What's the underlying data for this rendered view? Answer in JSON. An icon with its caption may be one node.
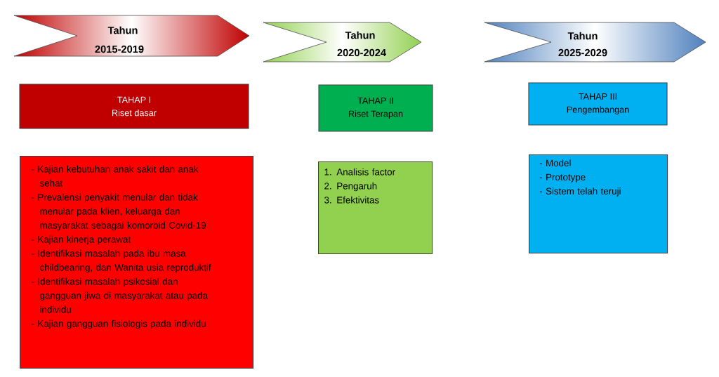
{
  "diagram": {
    "nodes": [
      {
        "text": [
          "Tahun",
          "2015-2019"
        ]
      },
      {
        "text": [
          "Tahun",
          "2020-2024"
        ]
      },
      {
        "text": [
          "Tahun",
          "2025-2029"
        ]
      },
      {
        "text": [
          "TAHAP I",
          "Riset dasar"
        ]
      },
      {
        "text": [
          "TAHAP II",
          "Riset Terapan"
        ]
      },
      {
        "text": [
          "TAHAP  III",
          "Pengembangan"
        ]
      },
      {
        "text": [
          "- Kajian kebutuhan anak sakit dan anak sehat",
          "- Prevalensi penyakit menular dan tidak menular pada klien, keluarga dan masyarakat sebagai komorbid Covid-19",
          "- Kajian kinerja perawat",
          "- Identifikasi masalah pada ibu masa childbearing, dan Wanita usia reproduktif",
          "- Identifikasi masalah psikosial dan gangguan jiwa di masyarakat atau pada individu",
          "- Kajian gangguan fisiologis pada individu"
        ]
      },
      {
        "text": [
          "1. Analisis factor",
          "2. Pengaruh",
          "3. Efektivitas"
        ]
      },
      {
        "text": [
          "- Model",
          "- Prototype",
          "- Sistem telah teruji"
        ]
      }
    ],
    "edges": []
  }
}
